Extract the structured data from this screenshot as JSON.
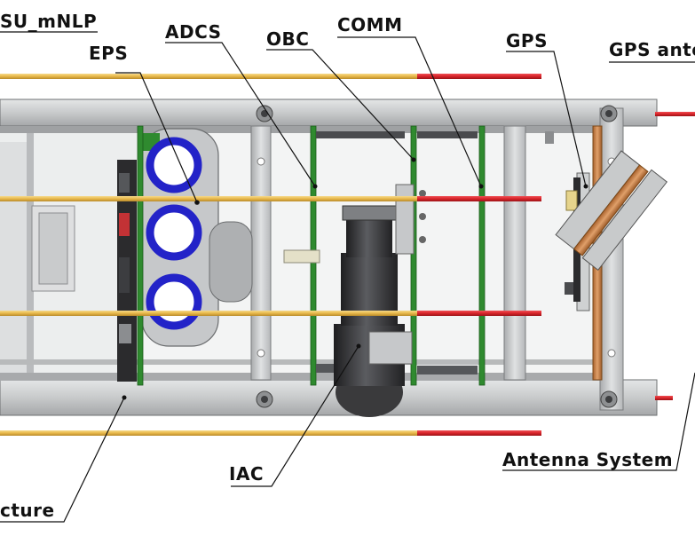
{
  "labels": {
    "su_mnlp": "SU_mNLP",
    "eps": "EPS",
    "adcs": "ADCS",
    "obc": "OBC",
    "comm": "COMM",
    "gps": "GPS",
    "gps_antenna": "GPS ante",
    "iac": "IAC",
    "antenna_system": "Antenna System",
    "structure": "cture"
  },
  "colors": {
    "frame": "#c8cacb",
    "frame_dark": "#8e9092",
    "rod_gold": "#e8b84a",
    "rod_red": "#d8242a",
    "pcb_green": "#2f8a2f",
    "coil_blue": "#2323c8",
    "wood": "#c9834a",
    "camera_dark": "#3a3a3c"
  }
}
